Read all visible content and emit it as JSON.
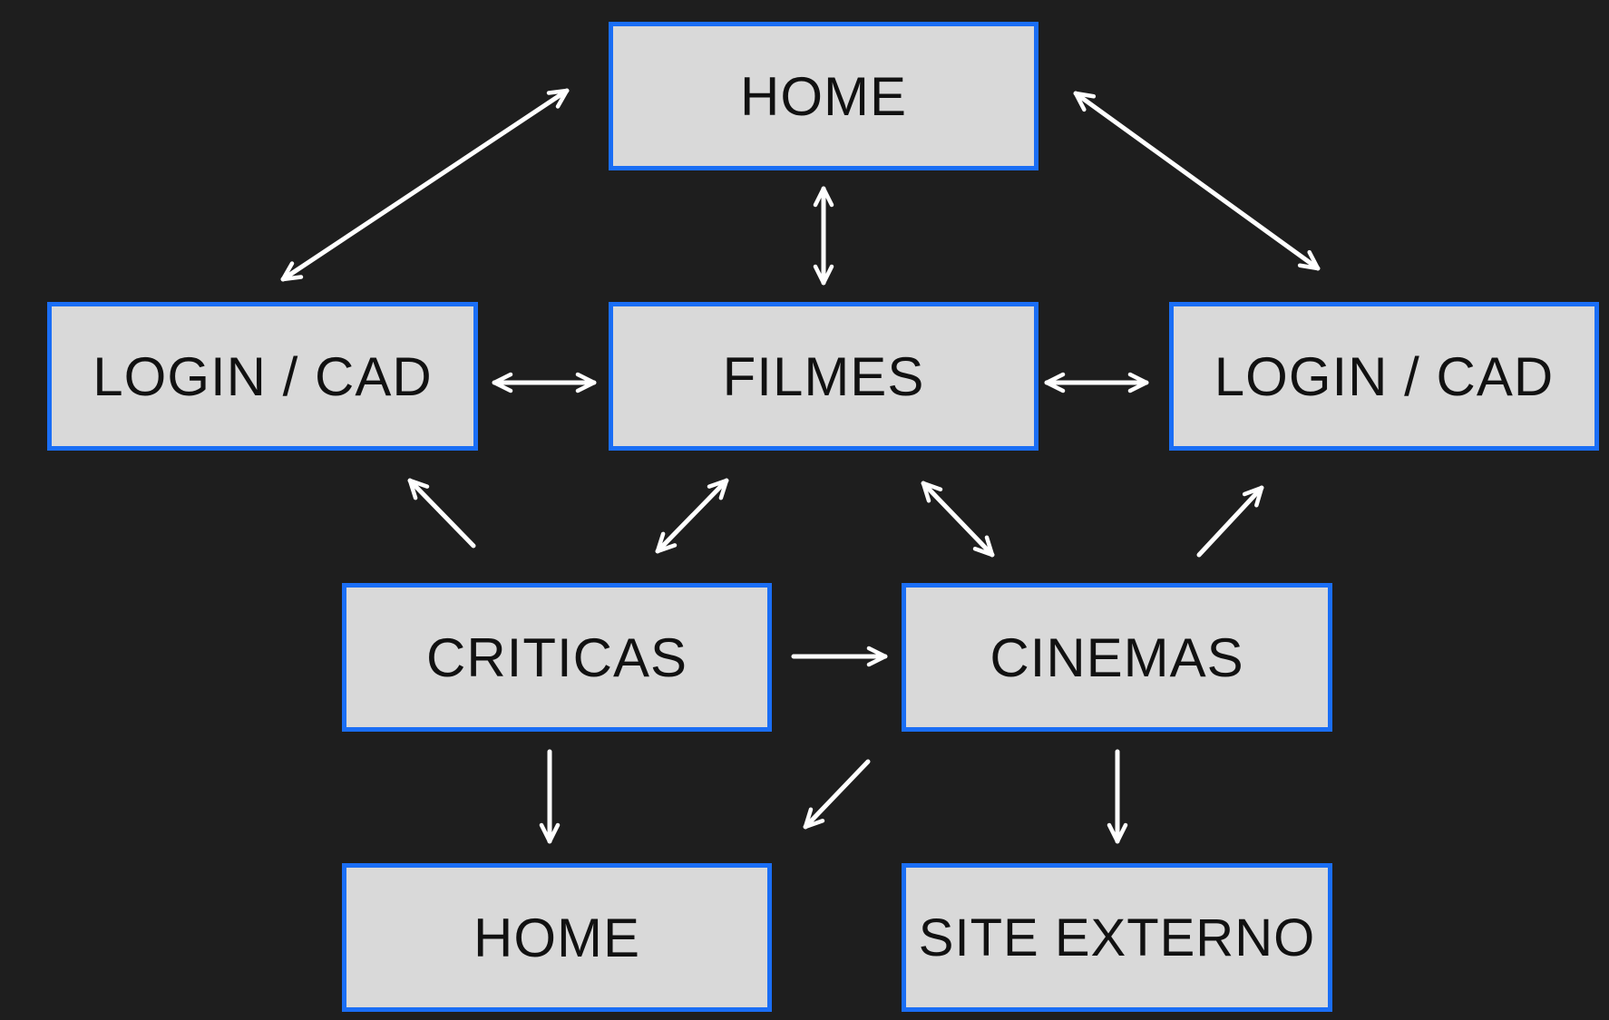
{
  "diagram": {
    "nodes": {
      "home_top": "HOME",
      "login_left": "LOGIN / CAD",
      "filmes": "FILMES",
      "login_right": "LOGIN / CAD",
      "criticas": "CRITICAS",
      "cinemas": "CINEMAS",
      "home_bottom": "HOME",
      "site_externo": "SITE EXTERNO"
    },
    "edges": [
      {
        "from": "home_top",
        "to": "login_left",
        "direction": "both"
      },
      {
        "from": "home_top",
        "to": "filmes",
        "direction": "both"
      },
      {
        "from": "home_top",
        "to": "login_right",
        "direction": "both"
      },
      {
        "from": "login_left",
        "to": "filmes",
        "direction": "both"
      },
      {
        "from": "filmes",
        "to": "login_right",
        "direction": "both"
      },
      {
        "from": "criticas",
        "to": "login_left",
        "direction": "forward"
      },
      {
        "from": "criticas",
        "to": "filmes",
        "direction": "both"
      },
      {
        "from": "filmes",
        "to": "cinemas",
        "direction": "both"
      },
      {
        "from": "cinemas",
        "to": "login_right",
        "direction": "forward"
      },
      {
        "from": "criticas",
        "to": "cinemas",
        "direction": "forward"
      },
      {
        "from": "criticas",
        "to": "home_bottom",
        "direction": "forward"
      },
      {
        "from": "cinemas",
        "to": "home_bottom",
        "direction": "forward"
      },
      {
        "from": "cinemas",
        "to": "site_externo",
        "direction": "forward"
      }
    ],
    "colors": {
      "background": "#1e1e1e",
      "node_fill": "#d9d9d9",
      "node_border": "#1a6ef5",
      "node_text": "#111111",
      "arrow": "#ffffff"
    }
  }
}
